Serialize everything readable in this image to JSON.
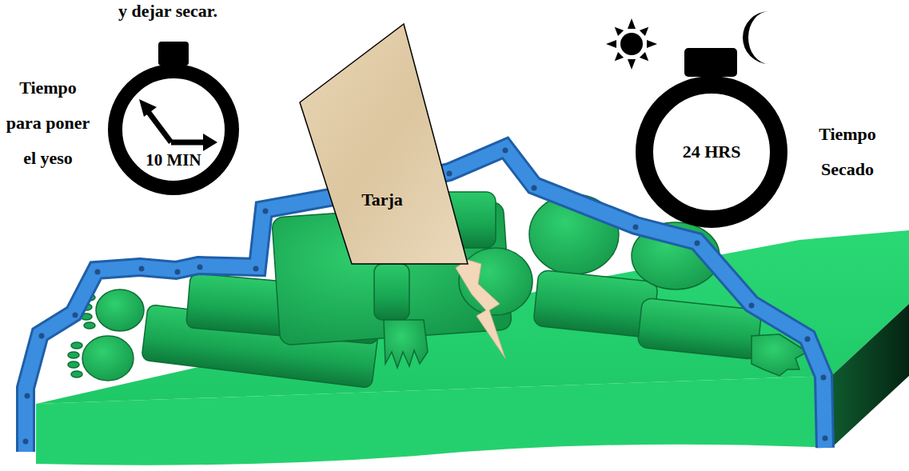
{
  "diagram": {
    "nodes": [
      {
        "text": [
          "10 MIN"
        ]
      },
      {
        "text": [
          "Tarja"
        ]
      },
      {
        "text": [
          "24 HRS"
        ]
      }
    ],
    "labels": [
      "y dejar secar.",
      "Tiempo para poner el yeso",
      "Tiempo Secado"
    ]
  }
}
